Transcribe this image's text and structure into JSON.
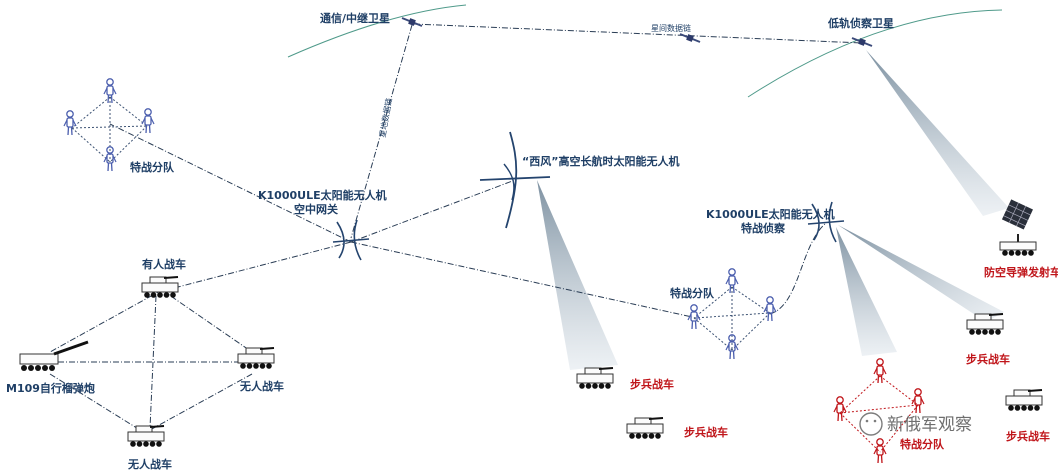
{
  "labels": {
    "relay_satellite": "通信/中继卫星",
    "recon_satellite": "低轨侦察卫星",
    "sat_link": "星间数据链",
    "sat_ground_link": "星地数据链",
    "squad_top": "特战分队",
    "k1000_gateway_line1": "K1000ULE太阳能无人机",
    "k1000_gateway_line2": "空中网关",
    "zephyr": "“西风”高空长航时太阳能无人机",
    "k1000_recon_line1": "K1000ULE太阳能无人机",
    "k1000_recon_line2": "特战侦察",
    "air_defense": "防空导弹发射车",
    "manned_vehicle": "有人战车",
    "m109": "M109自行榴弹炮",
    "unmanned_right": "无人战车",
    "unmanned_bottom": "无人战车",
    "squad_mid": "特战分队",
    "ifv_center_1": "步兵战车",
    "ifv_center_2": "步兵战车",
    "ifv_right_1": "步兵战车",
    "ifv_right_2": "步兵战车",
    "squad_red": "特战分队",
    "watermark": "新俄军观察"
  },
  "colors": {
    "link": "#2a3d55",
    "label_blue": "#1f3f66",
    "label_red": "#c0161b",
    "person_blue": "#4c5fae",
    "person_red": "#c0161b",
    "orbit": "#4f9a8a"
  },
  "icons": [
    "satellite-icon",
    "uav-icon",
    "person-icon",
    "tank-icon",
    "radar-array-icon"
  ]
}
